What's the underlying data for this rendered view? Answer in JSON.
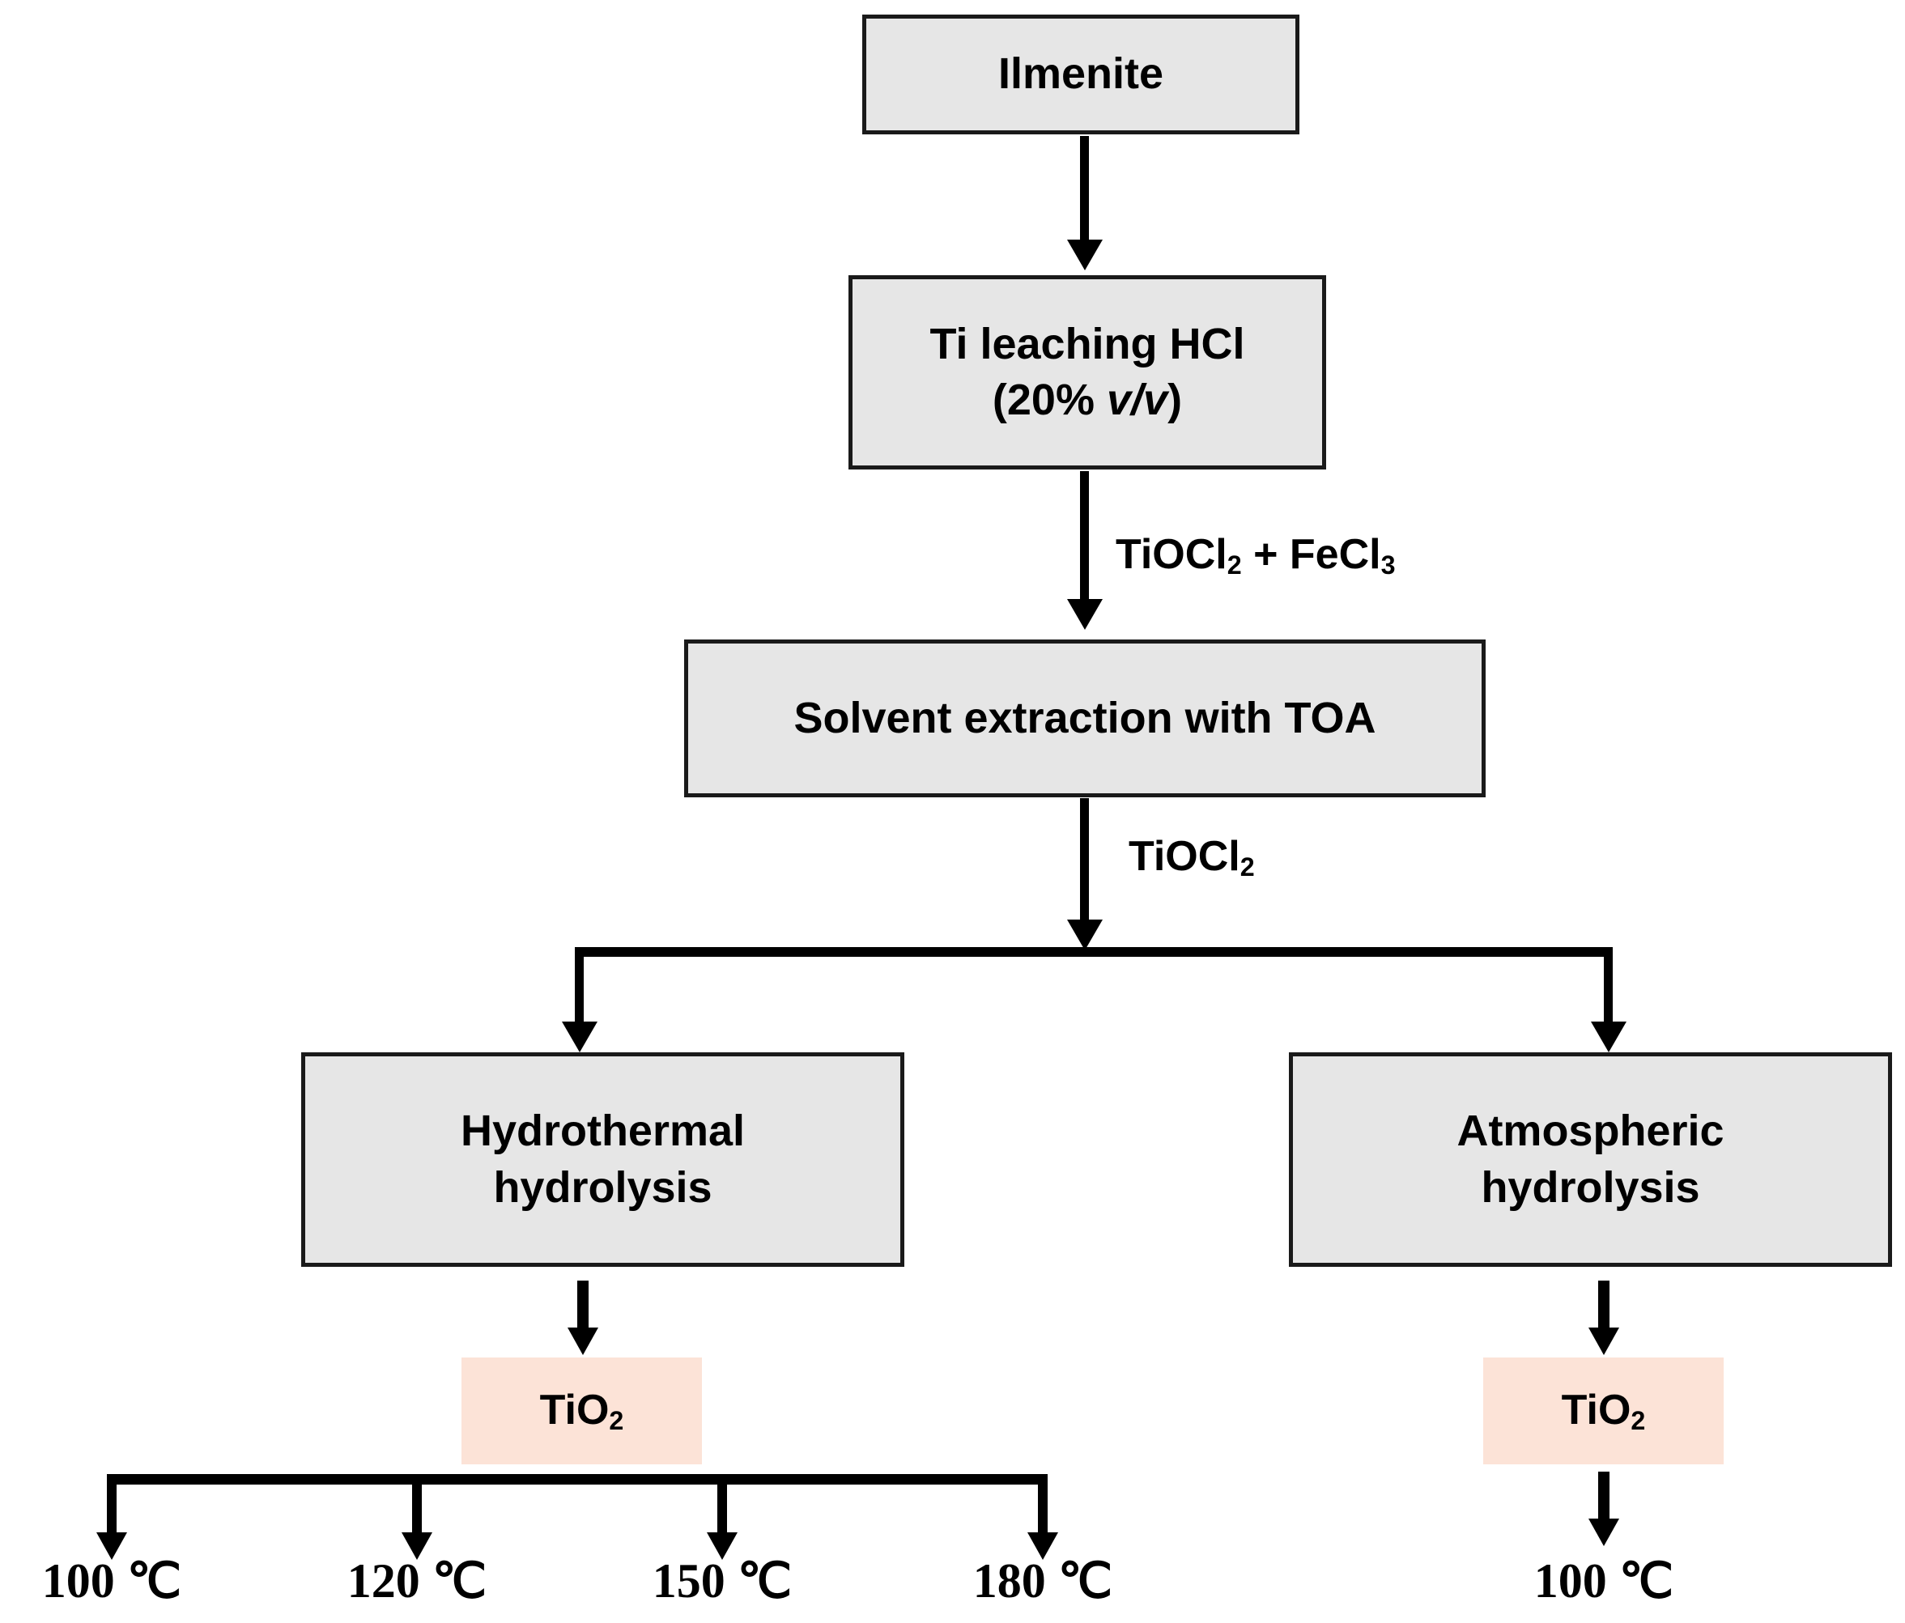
{
  "diagram": {
    "title": "Ilmenite to TiO2 process flowchart",
    "colors": {
      "box_fill": "#E6E6E6",
      "box_border": "#1A1A1A",
      "product_fill": "#FCE3D7",
      "connector": "#000000",
      "background": "#FFFFFF"
    },
    "nodes": {
      "ilmenite": {
        "label": "Ilmenite"
      },
      "leaching": {
        "line1": "Ti leaching HCl",
        "line2_pre": "(20% ",
        "line2_italic": "v/v",
        "line2_post": ")"
      },
      "solvent_extraction": {
        "label": "Solvent extraction with TOA"
      },
      "hydrothermal": {
        "line1": "Hydrothermal",
        "line2": "hydrolysis"
      },
      "atmospheric": {
        "line1": "Atmospheric",
        "line2": "hydrolysis"
      },
      "tio2_left": {
        "formula": "TiO",
        "sub": "2"
      },
      "tio2_right": {
        "formula": "TiO",
        "sub": "2"
      }
    },
    "edge_labels": {
      "leach_to_solvent": {
        "part1": "TiOCl",
        "sub1": "2",
        "part2": " + FeCl",
        "sub2": "3"
      },
      "solvent_to_split": {
        "part1": "TiOCl",
        "sub1": "2"
      }
    },
    "temperatures": {
      "hydrothermal": [
        "100 ℃",
        "120 ℃",
        "150 ℃",
        "180 ℃"
      ],
      "atmospheric": [
        "100 ℃"
      ]
    }
  }
}
